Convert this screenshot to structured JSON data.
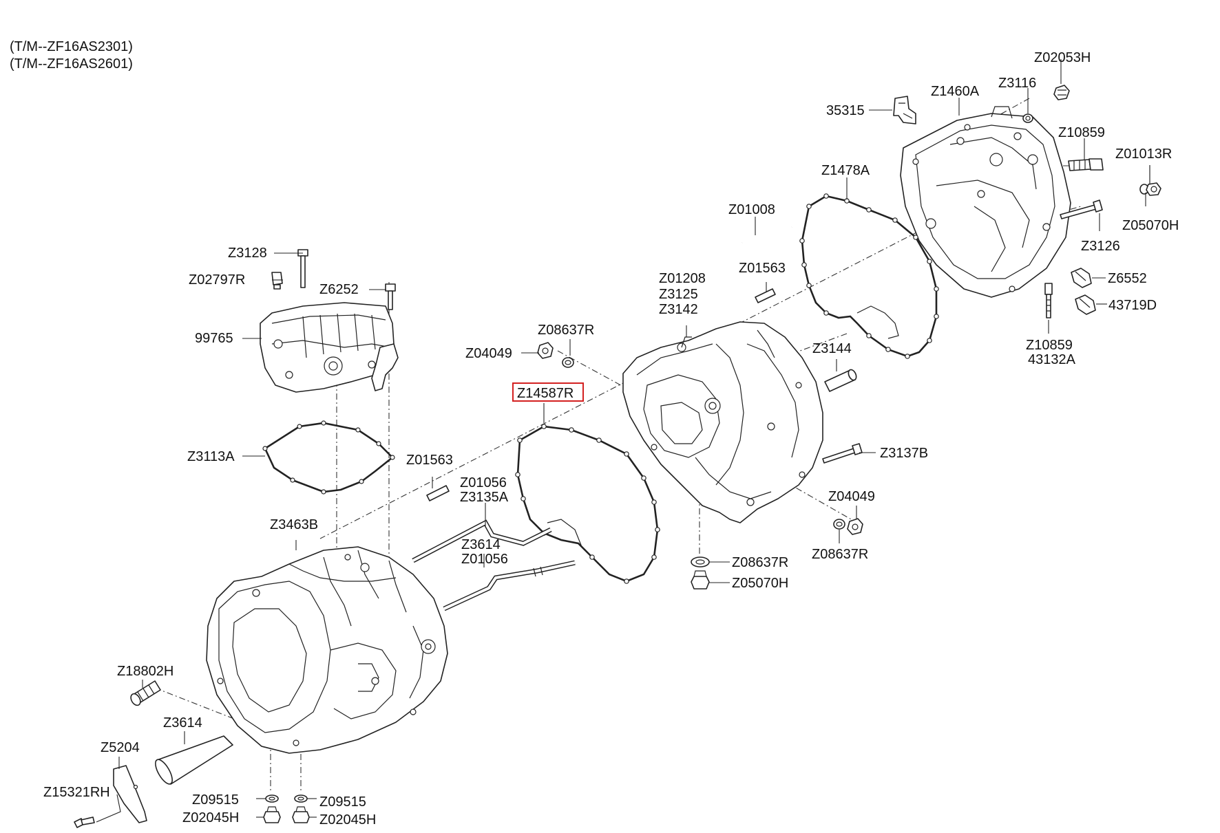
{
  "header": {
    "line1": "(T/M--ZF16AS2301)",
    "line2": "(T/M--ZF16AS2601)"
  },
  "highlight_color": "#d32020",
  "highlighted_part": "Z14587R",
  "labels": {
    "z02053h": "Z02053H",
    "z3116": "Z3116",
    "z1460a": "Z1460A",
    "n35315": "35315",
    "z10859_top": "Z10859",
    "z01013r": "Z01013R",
    "z1478a": "Z1478A",
    "z05070h_top": "Z05070H",
    "z01008": "Z01008",
    "z3126": "Z3126",
    "z6552": "Z6552",
    "n43719d": "43719D",
    "z10859_bottom": "Z10859",
    "n43132a": "43132A",
    "z3128": "Z3128",
    "z02797r": "Z02797R",
    "z6252": "Z6252",
    "n99765": "99765",
    "z01208": "Z01208",
    "z3125": "Z3125",
    "z3142": "Z3142",
    "z01563_top": "Z01563",
    "z08637r_top": "Z08637R",
    "z04049_top": "Z04049",
    "z14587r": "Z14587R",
    "z3144": "Z3144",
    "z3113a": "Z3113A",
    "z01563_mid": "Z01563",
    "z3137b": "Z3137B",
    "z01056_a": "Z01056",
    "z3135a": "Z3135A",
    "z04049_bottom": "Z04049",
    "z3463b": "Z3463B",
    "z3614_a": "Z3614",
    "z01056_b": "Z01056",
    "z08637r_mid": "Z08637R",
    "z08637r_right": "Z08637R",
    "z05070h_mid": "Z05070H",
    "z18802h": "Z18802H",
    "z3614_b": "Z3614",
    "z5204": "Z5204",
    "z15321rh": "Z15321RH",
    "z09515_left": "Z09515",
    "z09515_right": "Z09515",
    "z02045h_left": "Z02045H",
    "z02045h_right": "Z02045H"
  }
}
